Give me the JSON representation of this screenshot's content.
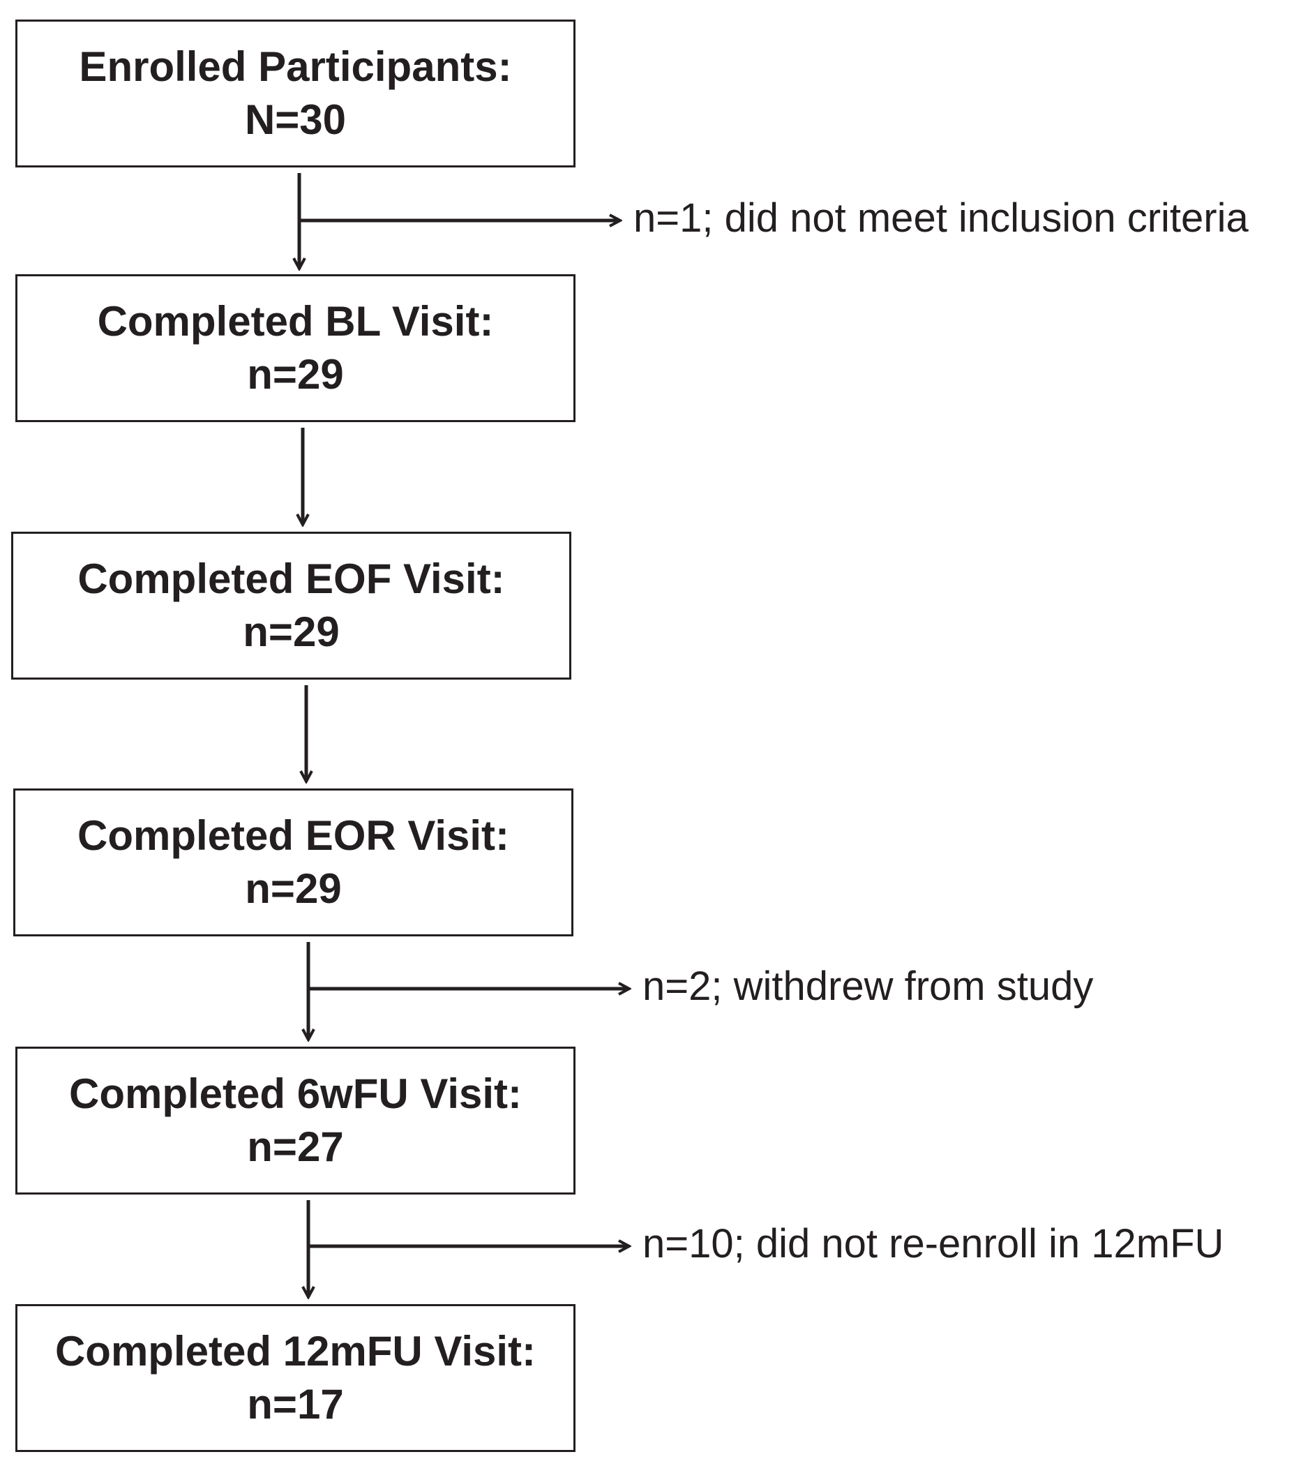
{
  "stages": [
    {
      "title": "Enrolled Participants:",
      "count": "N=30"
    },
    {
      "title": "Completed BL Visit:",
      "count": "n=29"
    },
    {
      "title": "Completed EOF Visit:",
      "count": "n=29"
    },
    {
      "title": "Completed EOR Visit:",
      "count": "n=29"
    },
    {
      "title": "Completed 6wFU Visit:",
      "count": "n=27"
    },
    {
      "title": "Completed 12mFU Visit:",
      "count": "n=17"
    }
  ],
  "exclusions": [
    {
      "after_stage": 0,
      "text": "n=1; did not meet inclusion criteria"
    },
    {
      "after_stage": 3,
      "text": "n=2; withdrew from study"
    },
    {
      "after_stage": 4,
      "text": "n=10; did not re-enroll in 12mFU"
    }
  ],
  "colors": {
    "line": "#231f20",
    "text": "#231f20",
    "background": "#ffffff"
  }
}
